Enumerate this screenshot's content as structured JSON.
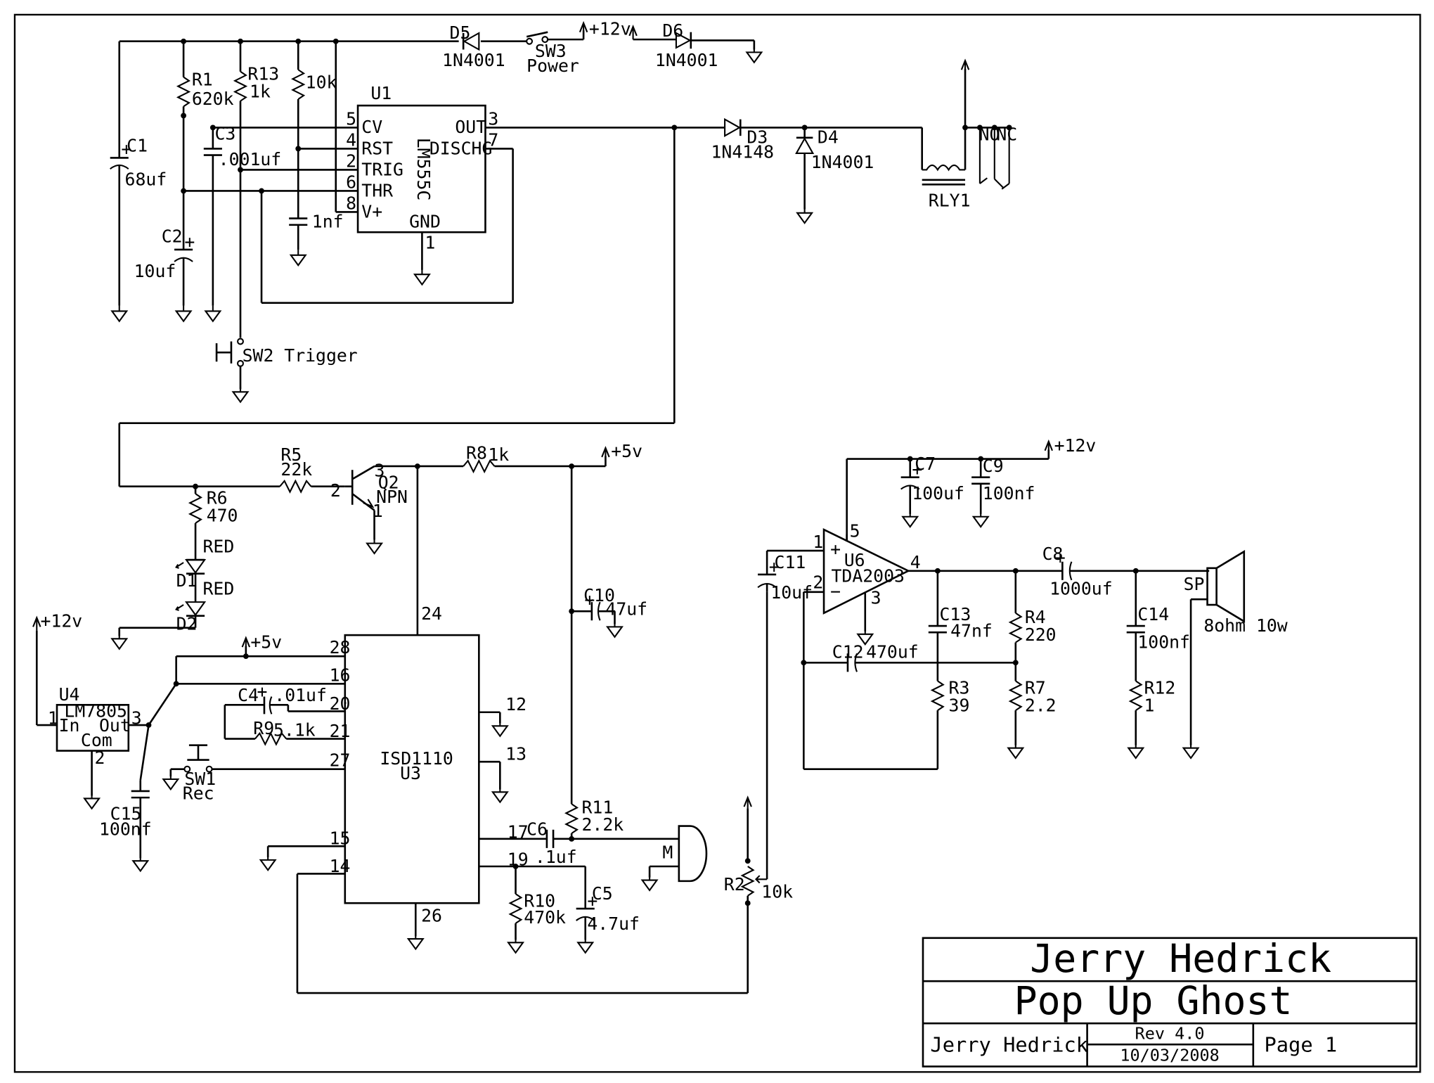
{
  "power_labels": {
    "p12": "+12v",
    "p5": "+5v"
  },
  "d5": {
    "ref": "D5",
    "part": "1N4001"
  },
  "sw3": {
    "ref": "SW3",
    "name": "Power"
  },
  "d6": {
    "ref": "D6",
    "part": "1N4001"
  },
  "r1": {
    "ref": "R1",
    "value": "620k"
  },
  "r13": {
    "ref": "R13",
    "value": "1k"
  },
  "r10k_top": {
    "value": "10k"
  },
  "c1": {
    "ref": "C1",
    "value": "68uf"
  },
  "c2": {
    "ref": "C2",
    "value": "10uf"
  },
  "c3": {
    "ref": "C3",
    "value": ".001uf"
  },
  "c_1nf": {
    "value": "1nf"
  },
  "u1": {
    "ref": "U1",
    "part": "LM555C",
    "pins": {
      "cv": "CV",
      "rst": "RST",
      "trig": "TRIG",
      "thr": "THR",
      "vplus": "V+",
      "out": "OUT",
      "dischg": "DISCHG",
      "gnd": "GND"
    },
    "pin_numbers": {
      "cv": "5",
      "rst": "4",
      "trig": "2",
      "thr": "6",
      "vplus": "8",
      "out": "3",
      "dischg": "7",
      "gnd": "1"
    }
  },
  "sw2": {
    "label": "SW2 Trigger"
  },
  "d3": {
    "ref": "D3",
    "part": "1N4148"
  },
  "d4": {
    "ref": "D4",
    "part": "1N4001"
  },
  "rly1": {
    "ref": "RLY1",
    "no": "NO",
    "nc": "NC"
  },
  "r5": {
    "ref": "R5",
    "value": "22k"
  },
  "q2": {
    "ref": "Q2",
    "type": "NPN",
    "pin_c": "3",
    "pin_b": "2",
    "pin_e": "1"
  },
  "r8": {
    "ref": "R8",
    "value": "1k"
  },
  "r6": {
    "ref": "R6",
    "value": "470"
  },
  "d1": {
    "ref": "D1",
    "color": "RED"
  },
  "d2": {
    "ref": "D2",
    "color": "RED"
  },
  "u4": {
    "ref": "U4",
    "part": "LM7805",
    "in": "In",
    "out": "Out",
    "com": "Com",
    "pin_in": "1",
    "pin_out": "3",
    "pin_com": "2"
  },
  "c15": {
    "ref": "C15",
    "value": "100nf"
  },
  "c4": {
    "ref": "C4",
    "value": ".01uf"
  },
  "r9": {
    "ref": "R9",
    "value": "5.1k"
  },
  "sw1": {
    "ref": "SW1",
    "name": "Rec"
  },
  "u3": {
    "part": "ISD1110",
    "ref": "U3",
    "pins": {
      "p24": "24",
      "p28": "28",
      "p16": "16",
      "p20": "20",
      "p21": "21",
      "p27": "27",
      "p15": "15",
      "p14": "14",
      "p26": "26",
      "p12": "12",
      "p13": "13",
      "p17": "17",
      "p19": "19"
    }
  },
  "c10": {
    "ref": "C10",
    "value": "47uf"
  },
  "r11": {
    "ref": "R11",
    "value": "2.2k"
  },
  "c6": {
    "ref": "C6",
    "value": ".1uf"
  },
  "mic": {
    "ref": "M"
  },
  "r10": {
    "ref": "R10",
    "value": "470k"
  },
  "c5": {
    "ref": "C5",
    "value": "4.7uf"
  },
  "r2": {
    "ref": "R2",
    "value": "10k"
  },
  "c7": {
    "ref": "C7",
    "value": "100uf"
  },
  "c9": {
    "ref": "C9",
    "value": "100nf"
  },
  "u6": {
    "ref": "U6",
    "part": "TDA2003",
    "pin1": "1",
    "pin2": "2",
    "pin3": "3",
    "pin4": "4",
    "pin5": "5",
    "plus": "+",
    "minus": "−"
  },
  "c11": {
    "ref": "C11",
    "value": "10uf"
  },
  "c8": {
    "ref": "C8",
    "value": "1000uf"
  },
  "c13": {
    "ref": "C13",
    "value": "47nf"
  },
  "r4": {
    "ref": "R4",
    "value": "220"
  },
  "c12": {
    "ref": "C12",
    "value": "470uf"
  },
  "r3": {
    "ref": "R3",
    "value": "39"
  },
  "r7": {
    "ref": "R7",
    "value": "2.2"
  },
  "c14": {
    "ref": "C14",
    "value": "100nf"
  },
  "r12": {
    "ref": "R12",
    "value": "1"
  },
  "sp": {
    "ref": "SP",
    "value": "8ohm 10w"
  },
  "title_block": {
    "author": "Jerry Hedrick",
    "title": "Pop Up Ghost",
    "drawn_by": "Jerry Hedrick",
    "rev": "Rev 4.0",
    "date": "10/03/2008",
    "page": "Page 1"
  }
}
